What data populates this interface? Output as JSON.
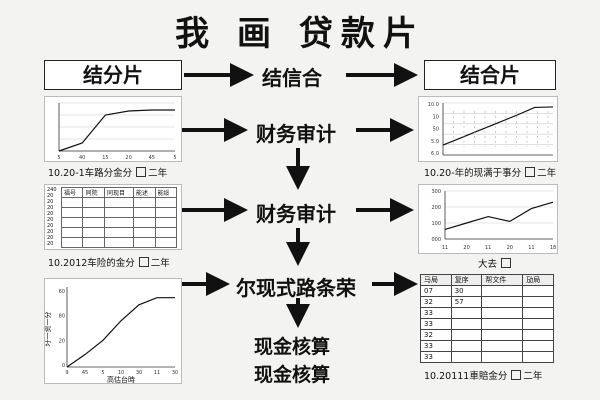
{
  "title": "我 画 贷款片",
  "top_row": {
    "left_box": "结分片",
    "middle": "结信合",
    "right_box": "结合片"
  },
  "center_flow": [
    "财务审计",
    "财务审计",
    "尔现式路条荣"
  ],
  "bottom_text": [
    "现金核算",
    "现金核算"
  ],
  "left_captions": {
    "chart1": "10.20-1车路分金分",
    "table": "10.2012车险的金分",
    "chart2_ylabel": "圩一资一分",
    "chart2_xlabel": "高估台時"
  },
  "right_captions": {
    "chart1": "10.20-年的现满于事分",
    "chart2": "大去",
    "table": "10.20111車賠金分"
  },
  "checkbox_label": "二年",
  "left_chart1": {
    "x_ticks": [
      "5",
      "40",
      "15",
      "20",
      "45",
      "5"
    ],
    "y_ticks": []
  },
  "left_chart2": {
    "x_ticks": [
      "9",
      "45",
      "5",
      "10",
      "30",
      "11",
      "30"
    ],
    "y_ticks": [
      "60",
      "80",
      "20",
      "0"
    ]
  },
  "left_table": {
    "headers": [
      "福号",
      "同院",
      "同现目",
      "能述",
      "能绥"
    ],
    "y_ticks": [
      "240",
      "20",
      "20",
      "20",
      "20",
      "20",
      "20",
      "20",
      "20",
      "20"
    ]
  },
  "right_chart1": {
    "y_ticks": [
      "10.0",
      "10",
      "50",
      "5.0",
      "6.0"
    ]
  },
  "right_chart2": {
    "y_ticks": [
      "300",
      "200",
      "100",
      "000"
    ],
    "x_ticks": [
      "11",
      "20",
      "11",
      "20",
      "11",
      "18"
    ]
  },
  "right_table": {
    "headers": [
      "马局",
      "复序",
      "帮文件",
      "劢局"
    ],
    "rows": [
      [
        "07",
        "30",
        "",
        ""
      ],
      [
        "32",
        "57",
        "",
        ""
      ],
      [
        "33",
        "",
        "",
        ""
      ],
      [
        "33",
        "",
        "",
        ""
      ],
      [
        "32",
        "",
        "",
        ""
      ],
      [
        "33",
        "",
        "",
        ""
      ],
      [
        "33",
        "",
        "",
        ""
      ]
    ]
  },
  "chart_data": [
    {
      "type": "line",
      "x": [
        0,
        10,
        20,
        30,
        40,
        50
      ],
      "y": [
        0,
        8,
        36,
        40,
        41,
        41
      ]
    },
    {
      "type": "line",
      "x": [
        0,
        2,
        4,
        6,
        8,
        10,
        12
      ],
      "y": [
        0,
        14,
        30,
        52,
        70,
        78,
        78
      ]
    },
    {
      "type": "line",
      "x": [
        0,
        2,
        4,
        6,
        8,
        10,
        12
      ],
      "y": [
        2,
        3.5,
        5,
        6.5,
        8,
        9.6,
        9.7
      ]
    },
    {
      "type": "line",
      "x": [
        "11",
        "20",
        "11",
        "20",
        "11",
        "18"
      ],
      "y": [
        60,
        100,
        140,
        110,
        190,
        230
      ]
    }
  ]
}
